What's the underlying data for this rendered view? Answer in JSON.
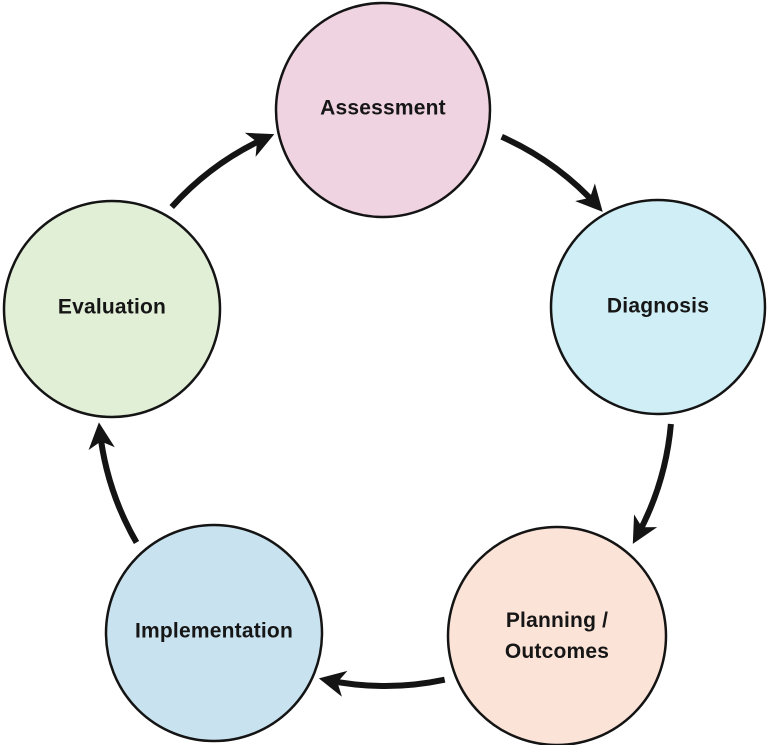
{
  "diagram": {
    "type": "cycle",
    "background_color": "#ffffff",
    "outline_color": "#141414",
    "arrow_color": "#141414",
    "text_color": "#161616",
    "nodes": [
      {
        "id": "assessment",
        "label": "Assessment",
        "fill": "#f0d3e1"
      },
      {
        "id": "diagnosis",
        "label": "Diagnosis",
        "fill": "#cfeef5"
      },
      {
        "id": "planning-outcomes",
        "label": "Planning / Outcomes",
        "label_lines": [
          "Planning /",
          "Outcomes"
        ],
        "fill": "#fce3d8"
      },
      {
        "id": "implementation",
        "label": "Implementation",
        "fill": "#c9e2ef"
      },
      {
        "id": "evaluation",
        "label": "Evaluation",
        "fill": "#e1efd7"
      }
    ],
    "edges": [
      {
        "from": "assessment",
        "to": "diagnosis"
      },
      {
        "from": "diagnosis",
        "to": "planning-outcomes"
      },
      {
        "from": "planning-outcomes",
        "to": "implementation"
      },
      {
        "from": "implementation",
        "to": "evaluation"
      },
      {
        "from": "evaluation",
        "to": "assessment"
      }
    ]
  }
}
